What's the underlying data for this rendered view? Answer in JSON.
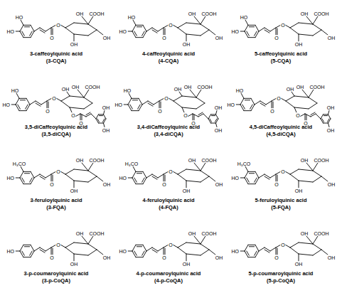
{
  "diagram": {
    "labels": [
      "HO",
      "HO",
      "O",
      "O",
      "COOH",
      "OH",
      "OH",
      "OH",
      "3-caffeoylquinic acid",
      "(3-CQA)",
      "HO",
      "HO",
      "O",
      "O",
      "COOH",
      "OH",
      "OH",
      "OH",
      "4-caffeoylquinic acid",
      "(4-CQA)",
      "HO",
      "HO",
      "O",
      "O",
      "COOH",
      "OH",
      "OH",
      "OH",
      "5-caffeoylquinic acid",
      "(5-CQA)",
      "HO",
      "HO",
      "O",
      "O",
      "COOH",
      "OH",
      "OH",
      "O",
      "O",
      "OH",
      "OH",
      "3,5-diCaffeoylquinic acid",
      "(3,5-diCQA)",
      "HO",
      "HO",
      "O",
      "O",
      "COOH",
      "OH",
      "OH",
      "O",
      "O",
      "OH",
      "OH",
      "3,4-diCaffeoylquinic acid",
      "(3,4-diCQA)",
      "HO",
      "HO",
      "O",
      "O",
      "COOH",
      "OH",
      "OH",
      "O",
      "O",
      "OH",
      "OH",
      "4,5-diCaffeoylquinic acid",
      "(4,5-diCQA)",
      "H₃CO",
      "HO",
      "O",
      "O",
      "COOH",
      "OH",
      "OH",
      "OH",
      "3-feruloylquinic acid",
      "(3-FQA)",
      "H₃CO",
      "HO",
      "O",
      "O",
      "COOH",
      "OH",
      "OH",
      "OH",
      "4-feruloylquinic acid",
      "(4-FQA)",
      "H₃CO",
      "HO",
      "O",
      "O",
      "COOH",
      "OH",
      "OH",
      "OH",
      "5-feruloylquinic acid",
      "(5-FQA)",
      "HO",
      "O",
      "O",
      "COOH",
      "OH",
      "OH",
      "OH",
      "3-p-coumaroylquinic acid",
      "(3-p-CoQA)",
      "HO",
      "O",
      "O",
      "COOH",
      "OH",
      "OH",
      "OH",
      "4-p-coumaroylquinic acid",
      "(4-p-CoQA)",
      "HO",
      "O",
      "O",
      "COOH",
      "OH",
      "OH",
      "OH",
      "5-p-coumaroylquinic acid",
      "(5-p-CoQA)"
    ]
  }
}
